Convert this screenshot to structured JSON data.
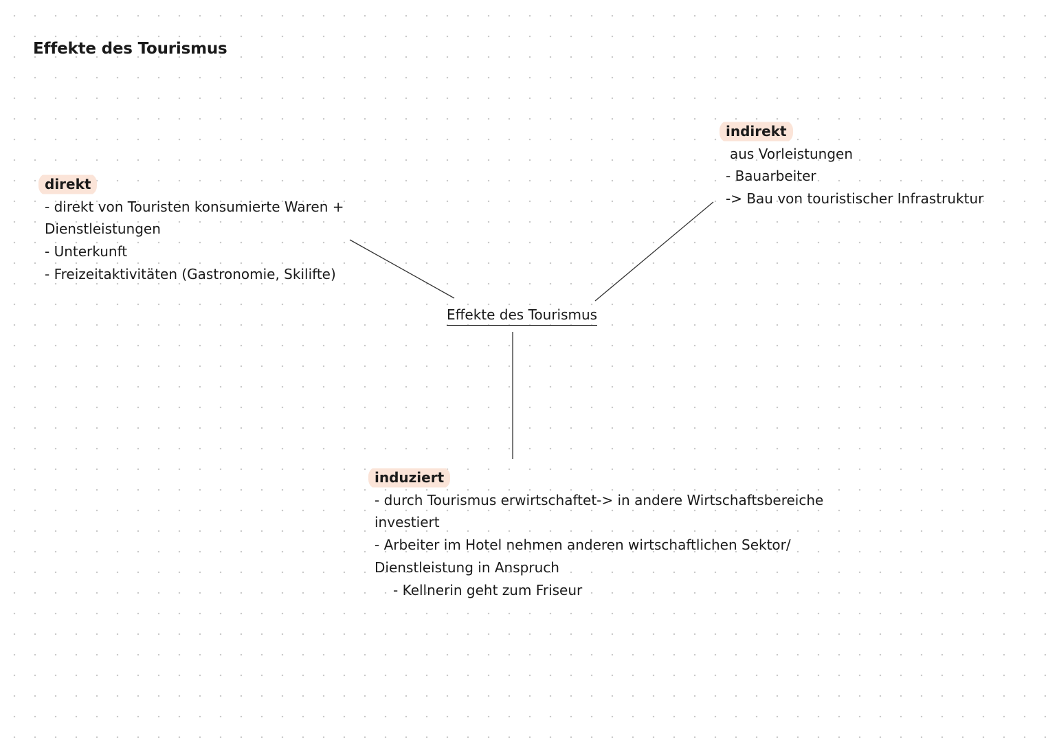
{
  "title": "Effekte des Tourismus",
  "center": {
    "label": "Effekte des Tourismus"
  },
  "branches": {
    "direkt": {
      "heading": "direkt",
      "lines": [
        "- direkt von Touristen konsumierte Waren +",
        "Dienstleistungen",
        "- Unterkunft",
        "- Freizeitaktivitäten (Gastronomie, Skilifte)"
      ]
    },
    "indirekt": {
      "heading": "indirekt",
      "lines": [
        "aus Vorleistungen",
        "- Bauarbeiter",
        "-> Bau von touristischer Infrastruktur"
      ]
    },
    "induziert": {
      "heading": "induziert",
      "lines": [
        "- durch Tourismus erwirtschaftet-> in andere Wirtschaftsbereiche",
        "investiert",
        "- Arbeiter im Hotel nehmen anderen wirtschaftlichen Sektor/",
        "Dienstleistung in Anspruch",
        "- Kellnerin geht zum Friseur"
      ]
    }
  },
  "colors": {
    "highlight": "#fbe4d8",
    "text": "#1a1a1a",
    "grid_dot": "#c9c9c9"
  }
}
